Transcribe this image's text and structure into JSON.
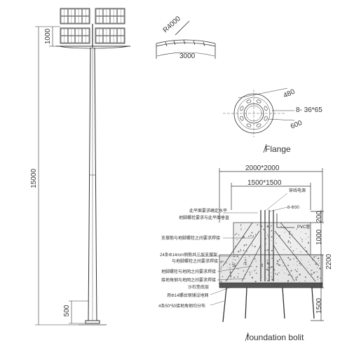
{
  "pole": {
    "height_total": "15000",
    "lamp_panel_height": "1000",
    "base_height": "500"
  },
  "arc": {
    "radius": "R4000",
    "width": "3000"
  },
  "flange": {
    "caption": "Flange",
    "outer_diameter": "600",
    "bolt_circle": "480",
    "holes": "8-  36*65"
  },
  "foundation": {
    "caption": "foundation bolit",
    "outer_size": "2000*2000",
    "inner_size": "1500*1500",
    "cable_label": "穿线电源",
    "rebar_spec": "8-Φ30",
    "pvc": "PVC管",
    "notes": [
      "此平面要求确定水平",
      "地脚螺栓要求与此平面垂直",
      "支撑筋与地脚螺栓之间要求焊接",
      "24条Φ14mm钢筋共三层支撑架",
      "与地脚螺栓之间要求焊接",
      "地脚螺栓与地网之间要求焊接",
      "接地角钢与地网之间要求焊接",
      "沙石垫底层",
      "用Φ14螺纹钢铺设地网",
      "4条50*50接地角钢均分布"
    ],
    "dims_right": [
      "200",
      "1000",
      "2200",
      "1500"
    ]
  }
}
